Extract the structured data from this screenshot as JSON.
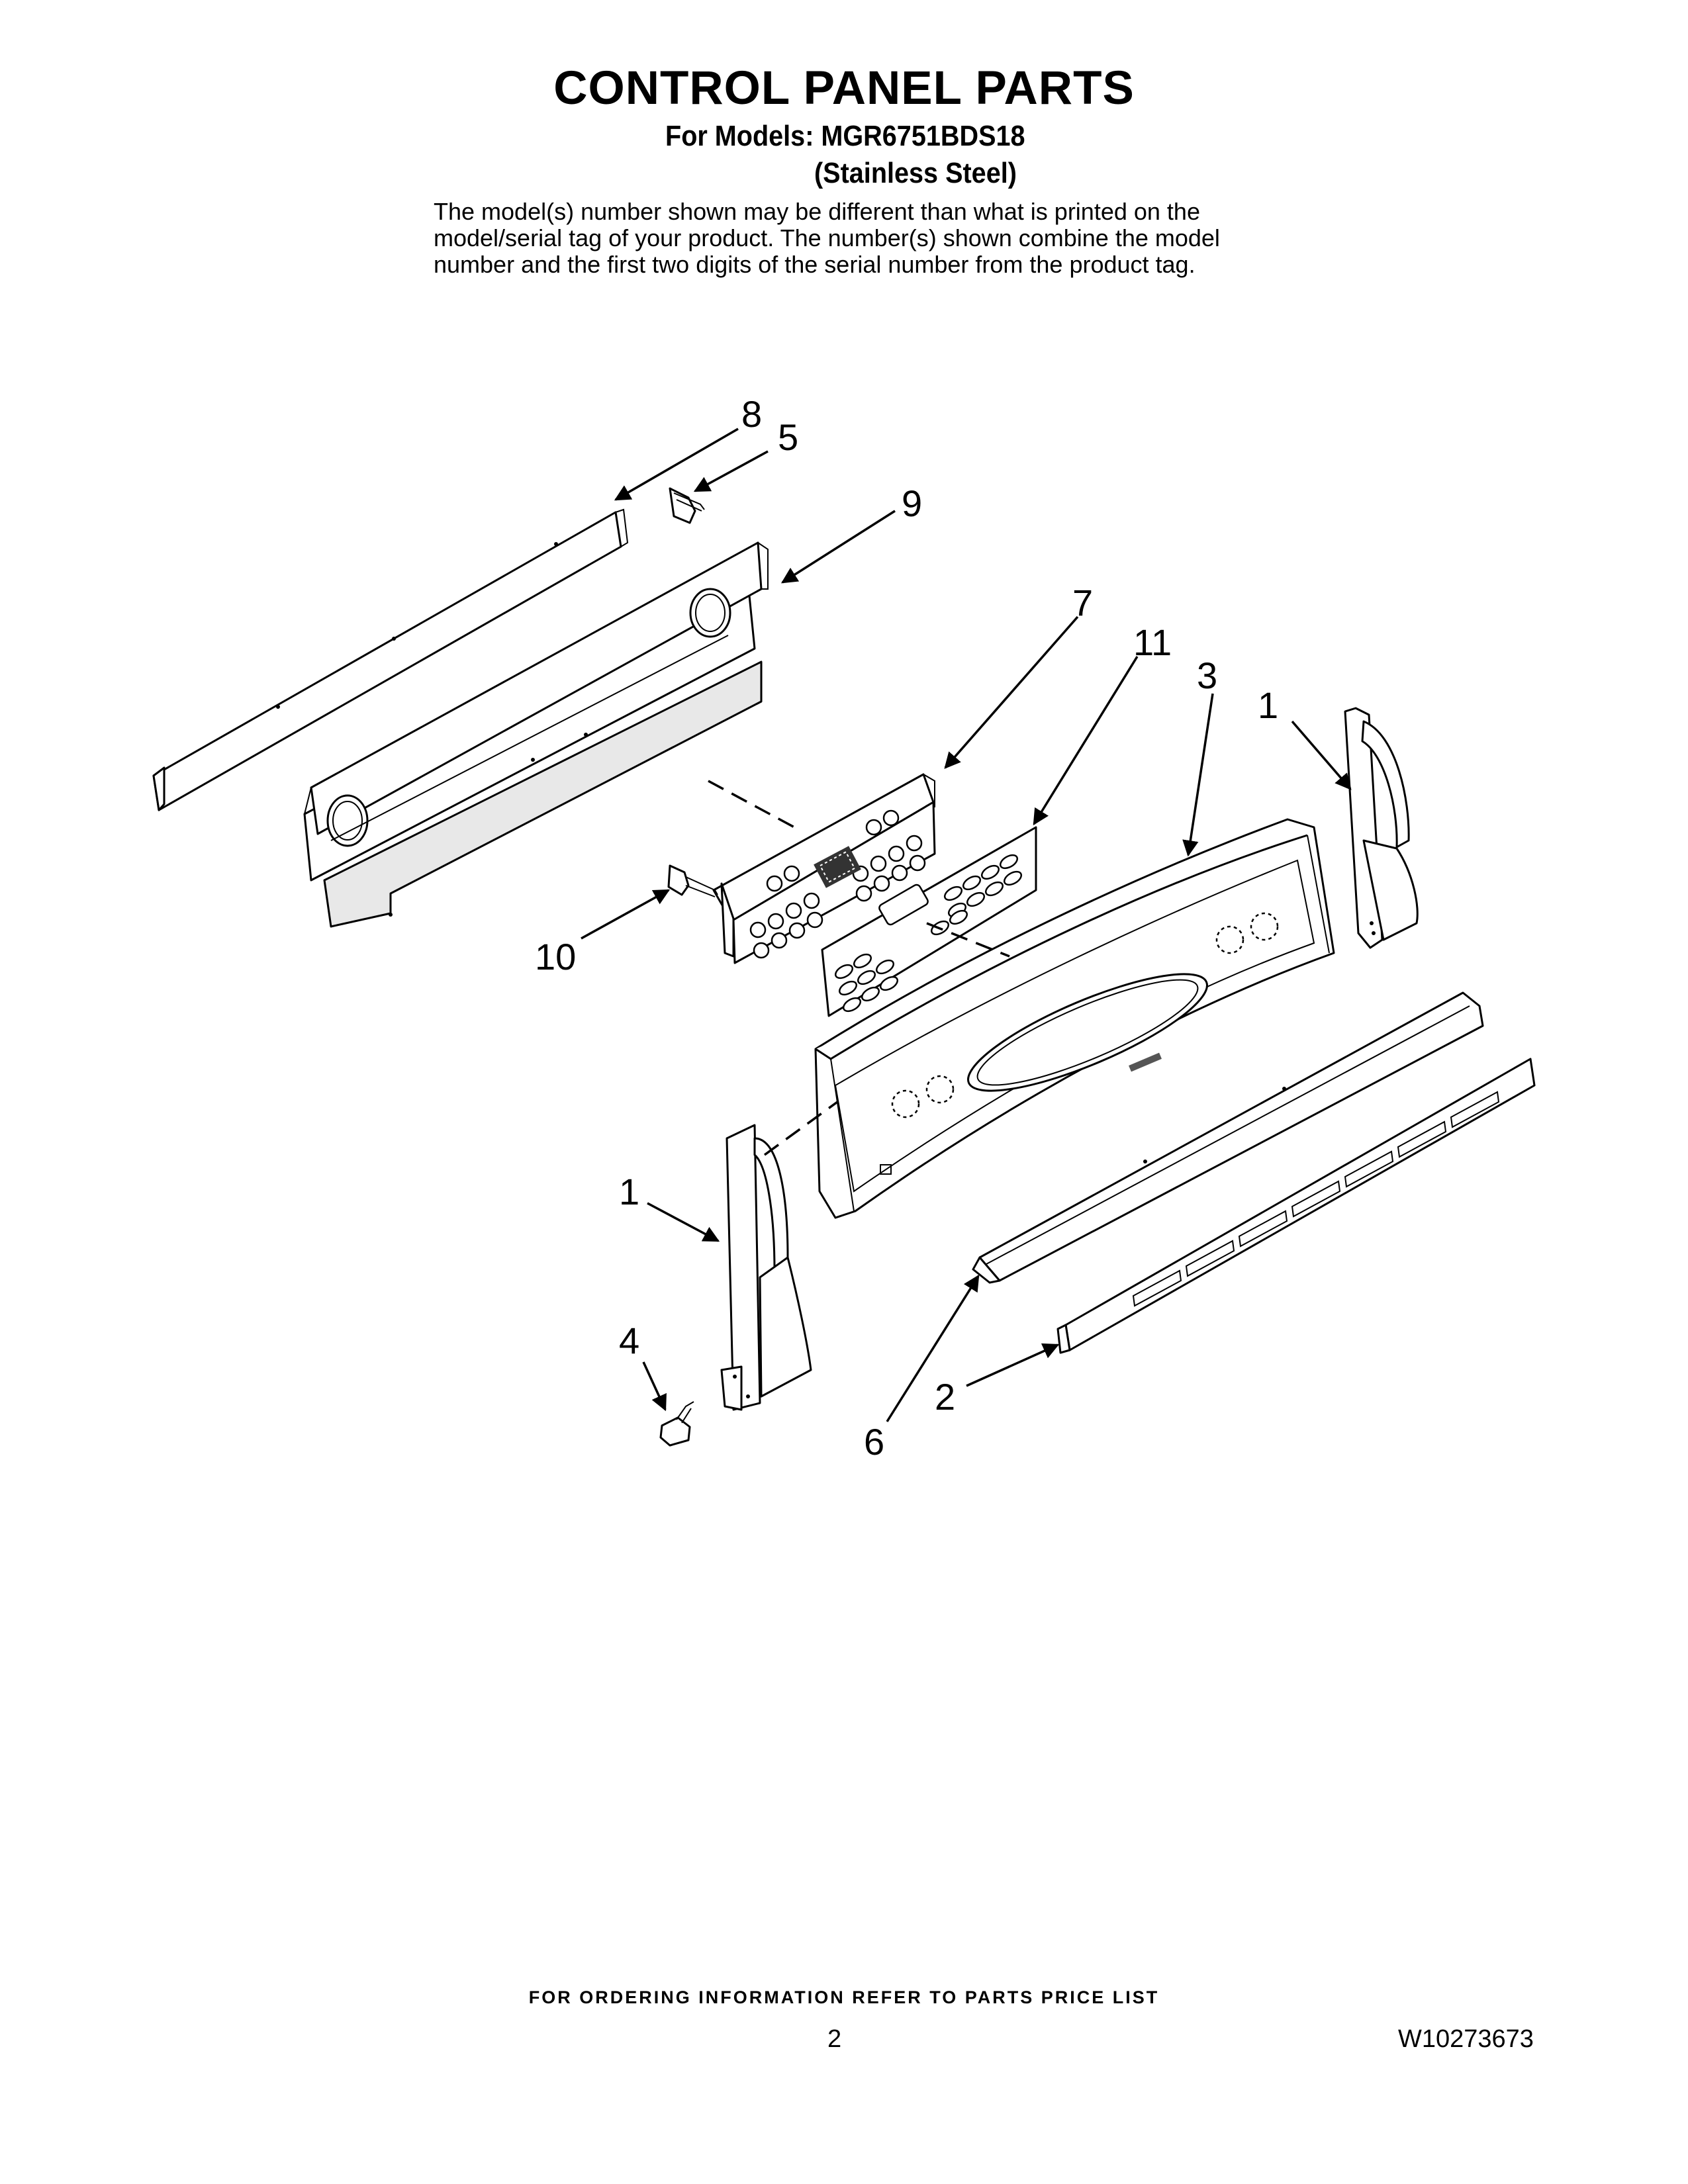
{
  "header": {
    "title": "CONTROL PANEL PARTS",
    "models_line": "For Models: MGR6751BDS18",
    "finish_line": "(Stainless Steel)",
    "disclaimer_lines": [
      "The model(s) number shown may be different than what is printed on the",
      "model/serial tag of your product. The number(s) shown combine the model",
      "number and the first two digits of the serial number from the product tag."
    ]
  },
  "diagram": {
    "callouts": {
      "c8": "8",
      "c5": "5",
      "c9": "9",
      "c7": "7",
      "c11": "11",
      "c3": "3",
      "c1_right": "1",
      "c10": "10",
      "c1_left": "1",
      "c4": "4",
      "c2": "2",
      "c6": "6"
    }
  },
  "footer": {
    "ordering_note": "FOR ORDERING INFORMATION REFER TO PARTS PRICE LIST",
    "page_number": "2",
    "document_number": "W10273673"
  }
}
